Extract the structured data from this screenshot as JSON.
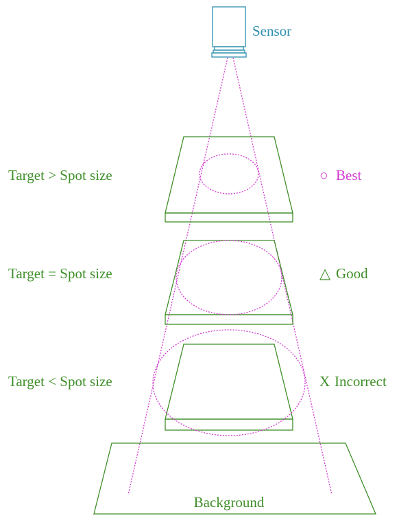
{
  "sensor": {
    "label": "Sensor",
    "color": "#2e8fb0"
  },
  "rows": [
    {
      "condition": "Target > Spot size",
      "marker": "○",
      "verdict": "Best",
      "verdict_color": "#d23ad2"
    },
    {
      "condition": "Target = Spot size",
      "marker": "△",
      "verdict": "Good",
      "verdict_color": "#3f8f2a"
    },
    {
      "condition": "Target < Spot size",
      "marker": "X",
      "verdict": "Incorrect",
      "verdict_color": "#3f8f2a"
    }
  ],
  "background": {
    "label": "Background"
  },
  "colors": {
    "target_outline": "#3f8f2a",
    "beam": "#d23ad2",
    "sensor": "#2e8fb0"
  }
}
